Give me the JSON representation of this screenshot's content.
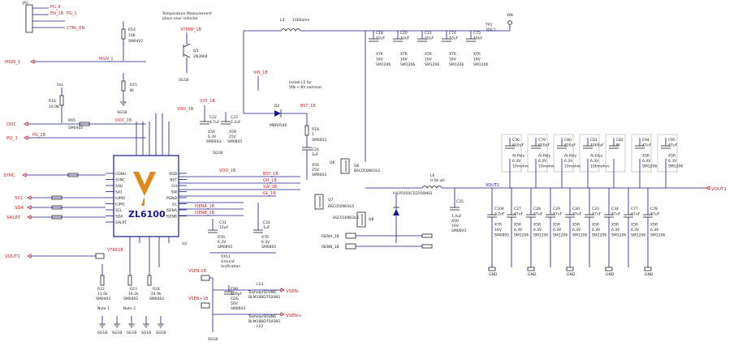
{
  "ic": {
    "name": "ZL6100",
    "ref": "U2",
    "left_pins": [
      "CONG",
      "SYNC",
      "SA0",
      "SA1",
      "ILIM0",
      "ILIM1",
      "SCL",
      "SDA",
      "SALRT"
    ],
    "right_pins": [
      "VDD",
      "BST",
      "GH",
      "SW",
      "PGND",
      "GL",
      "ISENA",
      "ISENB"
    ]
  },
  "ports": {
    "mgn": "MGN_1",
    "ddc": "DDC",
    "pg": "PG_1",
    "sync": "SYNC",
    "scl": "SCL",
    "sda": "SDA",
    "salrt": "SALRT",
    "vout_in": "VOUT1",
    "vout_out": "VOUT1",
    "vsenp": "VSEN+",
    "vsenm": "VSEN-"
  },
  "header": {
    "ref": "JP2",
    "pins": [
      "PG_8",
      "EN_1B",
      "PG_1",
      "CTRL_EN"
    ]
  },
  "temp_note": [
    "Temperature Measurement",
    "place near inductor"
  ],
  "q_temp": {
    "ref": "Q5",
    "part": "2N3904",
    "net": "XTEMP_1B"
  },
  "install_note": [
    "Install L5 for",
    "VIN < 6V nominal"
  ],
  "ground_note": [
    "XX11",
    "Ground",
    "Unification"
  ],
  "notes": {
    "n1": "Note 1",
    "n2": "Note 2"
  },
  "inductor_in": {
    "ref": "L4",
    "value": "1000ohm"
  },
  "inductor_out": {
    "ref": "L6",
    "value": "0.56 uH",
    "part": "IHLP5050CEER56M01"
  },
  "vin": {
    "label": "VIN",
    "ref": "TP1",
    "part": "300.5"
  },
  "input_caps": [
    {
      "ref": "C18",
      "val": "10uF",
      "dielectric": "XTR",
      "volt": "16V",
      "pkg": "SM1206"
    },
    {
      "ref": "C20",
      "val": "10uF",
      "dielectric": "XTR",
      "volt": "16V",
      "pkg": "SM1206"
    },
    {
      "ref": "C21",
      "val": "10uF",
      "dielectric": "XTR",
      "volt": "16V",
      "pkg": "SM1206"
    },
    {
      "ref": "C74",
      "val": "10uF",
      "dielectric": "XTR",
      "volt": "16V",
      "pkg": "SM1206"
    },
    {
      "ref": "C75",
      "val": "10uF",
      "dielectric": "XTR",
      "volt": "16V",
      "pkg": "SM1206"
    }
  ],
  "bulk_caps": [
    {
      "ref": "C36",
      "val": "820uF",
      "type": "Al-Poly",
      "volt": "6.3V",
      "esr": "10mohm"
    },
    {
      "ref": "C79",
      "val": "820uF",
      "type": "Al-Poly",
      "volt": "6.3V",
      "esr": "10mohm"
    },
    {
      "ref": "C80",
      "val": "820uF",
      "type": "Al-Poly",
      "volt": "6.3V",
      "esr": "10mohm"
    },
    {
      "ref": "C81",
      "val": "1000uF",
      "type": "Al-Elec",
      "volt": "6.3V",
      "esr": "100mohm"
    },
    {
      "ref": "C82",
      "val": "NI",
      "type": "",
      "volt": "",
      "esr": ""
    },
    {
      "ref": "C94",
      "val": "47uF",
      "type": "X5R",
      "volt": "6.3V",
      "esr": "SM1206"
    },
    {
      "ref": "C95",
      "val": "47uF",
      "type": "X5R",
      "volt": "6.3V",
      "esr": "SM1206"
    }
  ],
  "output_caps": [
    {
      "ref": "C104",
      "val": "2.2nF",
      "d": "X7R",
      "v": "16V",
      "p": "SM0805"
    },
    {
      "ref": "C27",
      "val": "47uF",
      "d": "X5R",
      "v": "6.3V",
      "p": "SM1206"
    },
    {
      "ref": "C28",
      "val": "47uF",
      "d": "X5R",
      "v": "6.3V",
      "p": "SM1206"
    },
    {
      "ref": "C29",
      "val": "47uF",
      "d": "X5R",
      "v": "6.3V",
      "p": "SM1206"
    },
    {
      "ref": "C30",
      "val": "47uF",
      "d": "X5R",
      "v": "6.3V",
      "p": "SM1206"
    },
    {
      "ref": "C33",
      "val": "47uF",
      "d": "X5R",
      "v": "6.3V",
      "p": "SM1206"
    },
    {
      "ref": "C34",
      "val": "47uF",
      "d": "X5R",
      "v": "6.3V",
      "p": "SM1206"
    },
    {
      "ref": "C77",
      "val": "47uF",
      "d": "X5R",
      "v": "6.3V",
      "p": "SM1206"
    },
    {
      "ref": "C78",
      "val": "47uF",
      "d": "X5R",
      "v": "6.3V",
      "p": "SM1206"
    }
  ],
  "resistors": {
    "r14": {
      "ref": "R14",
      "val": "10K",
      "pkg": "SM0402"
    },
    "r15": {
      "ref": "R15",
      "val": "NI"
    },
    "r16": {
      "ref": "R16",
      "val": "10.0K"
    },
    "r65": {
      "ref": "R65",
      "val": "SM0402"
    },
    "r18": {
      "ref": "R18",
      "val": "1",
      "pkg": "SM0603"
    },
    "r22": {
      "ref": "R22",
      "val": "11.0k",
      "pkg": "SM0402"
    },
    "r23": {
      "ref": "R23",
      "val": "16.2k",
      "pkg": "SM0402"
    },
    "r24": {
      "ref": "R24",
      "val": "24.9k",
      "pkg": "SM0402"
    }
  },
  "mosfets": {
    "q6": {
      "ref": "Q6",
      "part": "BSC050N03LS"
    },
    "q7": {
      "ref": "Q7",
      "part": "BSC050N03LS"
    },
    "q8": {
      "ref": "Q8",
      "part": "BSC016N03LS"
    }
  },
  "diode": {
    "ref": "D2",
    "part": "MBR0540"
  },
  "misc_caps": {
    "c22": {
      "ref": "C22",
      "val": "4.7uF",
      "d": "X5R",
      "v": "6.3V",
      "p": "SM0603"
    },
    "c23": {
      "ref": "C23",
      "val": "2.2uF",
      "d": "X5R",
      "v": "25V",
      "p": "SM0805"
    },
    "c24": {
      "ref": "C24",
      "val": "1uF",
      "d": "X5R",
      "v": "25V",
      "p": "SM0603"
    },
    "c31": {
      "ref": "C31",
      "val": "10uF",
      "d": "X5R",
      "v": "6.3V",
      "p": "SM0805"
    },
    "c32": {
      "ref": "C32",
      "val": "1uF",
      "d": "X7R",
      "v": "6.3V",
      "p": "SM0805"
    },
    "c99": {
      "ref": "C99",
      "val": "100pF",
      "d": "COG",
      "v": "50V",
      "p": "SM0603"
    },
    "c25": {
      "ref": "C25",
      "val": "1.0uF",
      "d": "X5R",
      "v": "16V",
      "p": "SM0603"
    }
  },
  "ferrites": {
    "l12": {
      "ref": "L12",
      "part": "BLM18BD750SN1",
      "note": "Toshelp/SOUNE"
    },
    "l13": {
      "ref": "L13",
      "part": "BLM18BD750SN1",
      "note": "Toshelp/SOUNE"
    }
  },
  "nets": {
    "v25": "V25_1B",
    "vdd": "VDD_1B",
    "vout": "VOUT1",
    "bst": "BST_1B",
    "gh": "GH_1B",
    "sw": "SW_1B",
    "gl": "GL_1B",
    "isena": "ISENA_1B",
    "isenb": "ISENB_1B",
    "vin": "VIN_1B",
    "vtrk": "VTRK1B",
    "vsenp": "VSEN+1B",
    "vsenm": "VSEN-1B",
    "ddc": "DDC_1B",
    "pg": "PG_1B",
    "sgnd": "SG1B",
    "pgnd": "GND",
    "vss": "Vss"
  },
  "colors": {
    "wire": "#1a1a8c",
    "net_red": "#c0282a",
    "logo": "#e08a1e",
    "ic_body": "#1a1a8c"
  }
}
